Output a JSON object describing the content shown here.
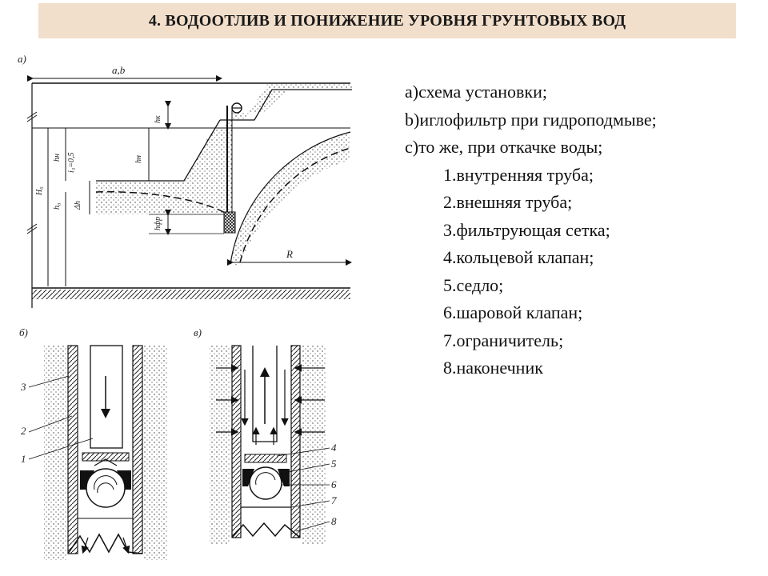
{
  "header": {
    "title": "4. ВОДООТЛИВ И ПОНИЖЕНИЕ УРОВНЯ ГРУНТОВЫХ ВОД"
  },
  "legend": {
    "main": [
      "а)схема установки;",
      "b)иглофильтр при гидроподмыве;",
      "с)то же, при откачке воды;"
    ],
    "parts": [
      "1.внутренняя труба;",
      "2.внешняя труба;",
      "3.фильтрующая сетка;",
      "4.кольцевой клапан;",
      "5.седло;",
      "6.шаровой клапан;",
      "7.ограничитель;",
      "8.наконечник"
    ]
  },
  "figure": {
    "panel_a": "а)",
    "panel_b": "б)",
    "panel_c": "в)",
    "dim_ab": "a,b",
    "dim_R": "R",
    "dim_Hd": "H₀",
    "dim_hn": "hн",
    "dim_h0": "h₀",
    "dim_i": "i₃=0,5",
    "dim_dh": "Δh",
    "dim_hk": "hк",
    "dim_hw": "hн",
    "dim_hf": "hфр",
    "part_numbers_b": [
      "3",
      "2",
      "1"
    ],
    "part_numbers_c": [
      "4",
      "5",
      "6",
      "7",
      "8"
    ]
  }
}
